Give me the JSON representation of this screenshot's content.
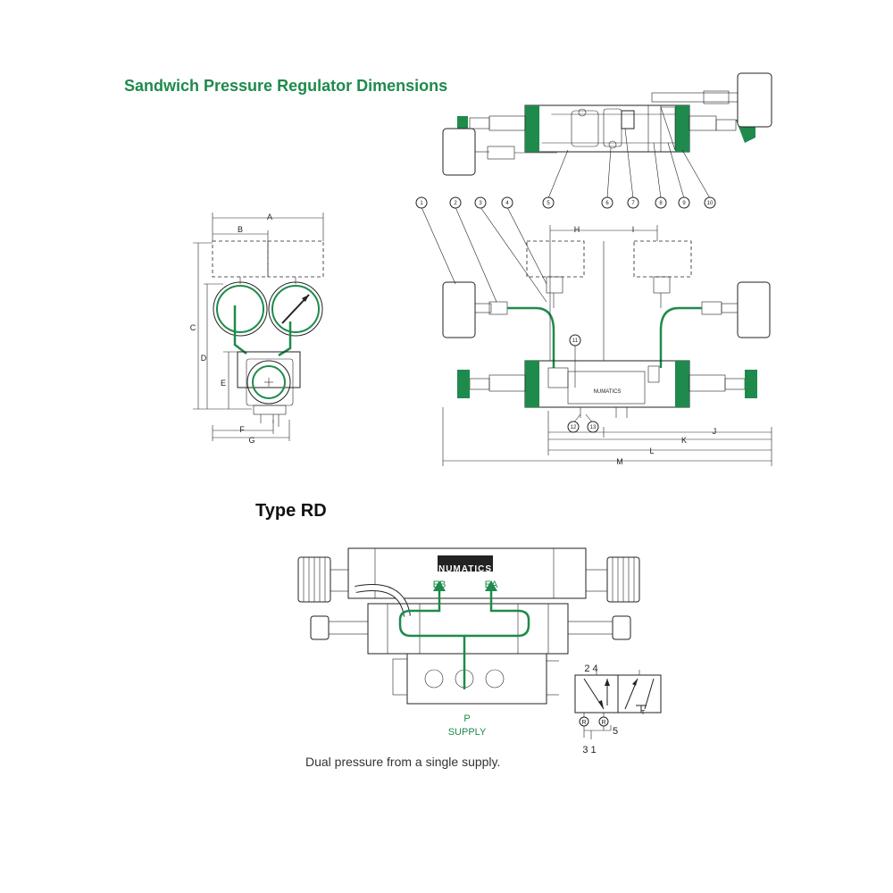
{
  "title": "Sandwich Pressure Regulator Dimensions",
  "subtitle": "Type RD",
  "caption": "Dual pressure from a single supply.",
  "brand": "NUMATICS",
  "dimension_labels": [
    "A",
    "B",
    "C",
    "D",
    "E",
    "F",
    "G",
    "H",
    "I",
    "J",
    "K",
    "L",
    "M"
  ],
  "callouts": [
    "1",
    "2",
    "3",
    "4",
    "5",
    "6",
    "7",
    "8",
    "9",
    "10",
    "11",
    "12",
    "13"
  ],
  "ports": {
    "eb": "EB",
    "ea": "EA",
    "supply_p": "P",
    "supply_word": "SUPPLY"
  },
  "symbol_labels": {
    "top": "2 4",
    "bottom": "3 1",
    "right": "5",
    "r": "R",
    "t": "T"
  },
  "colors": {
    "accent": "#1e8a4c",
    "line": "#222222"
  }
}
